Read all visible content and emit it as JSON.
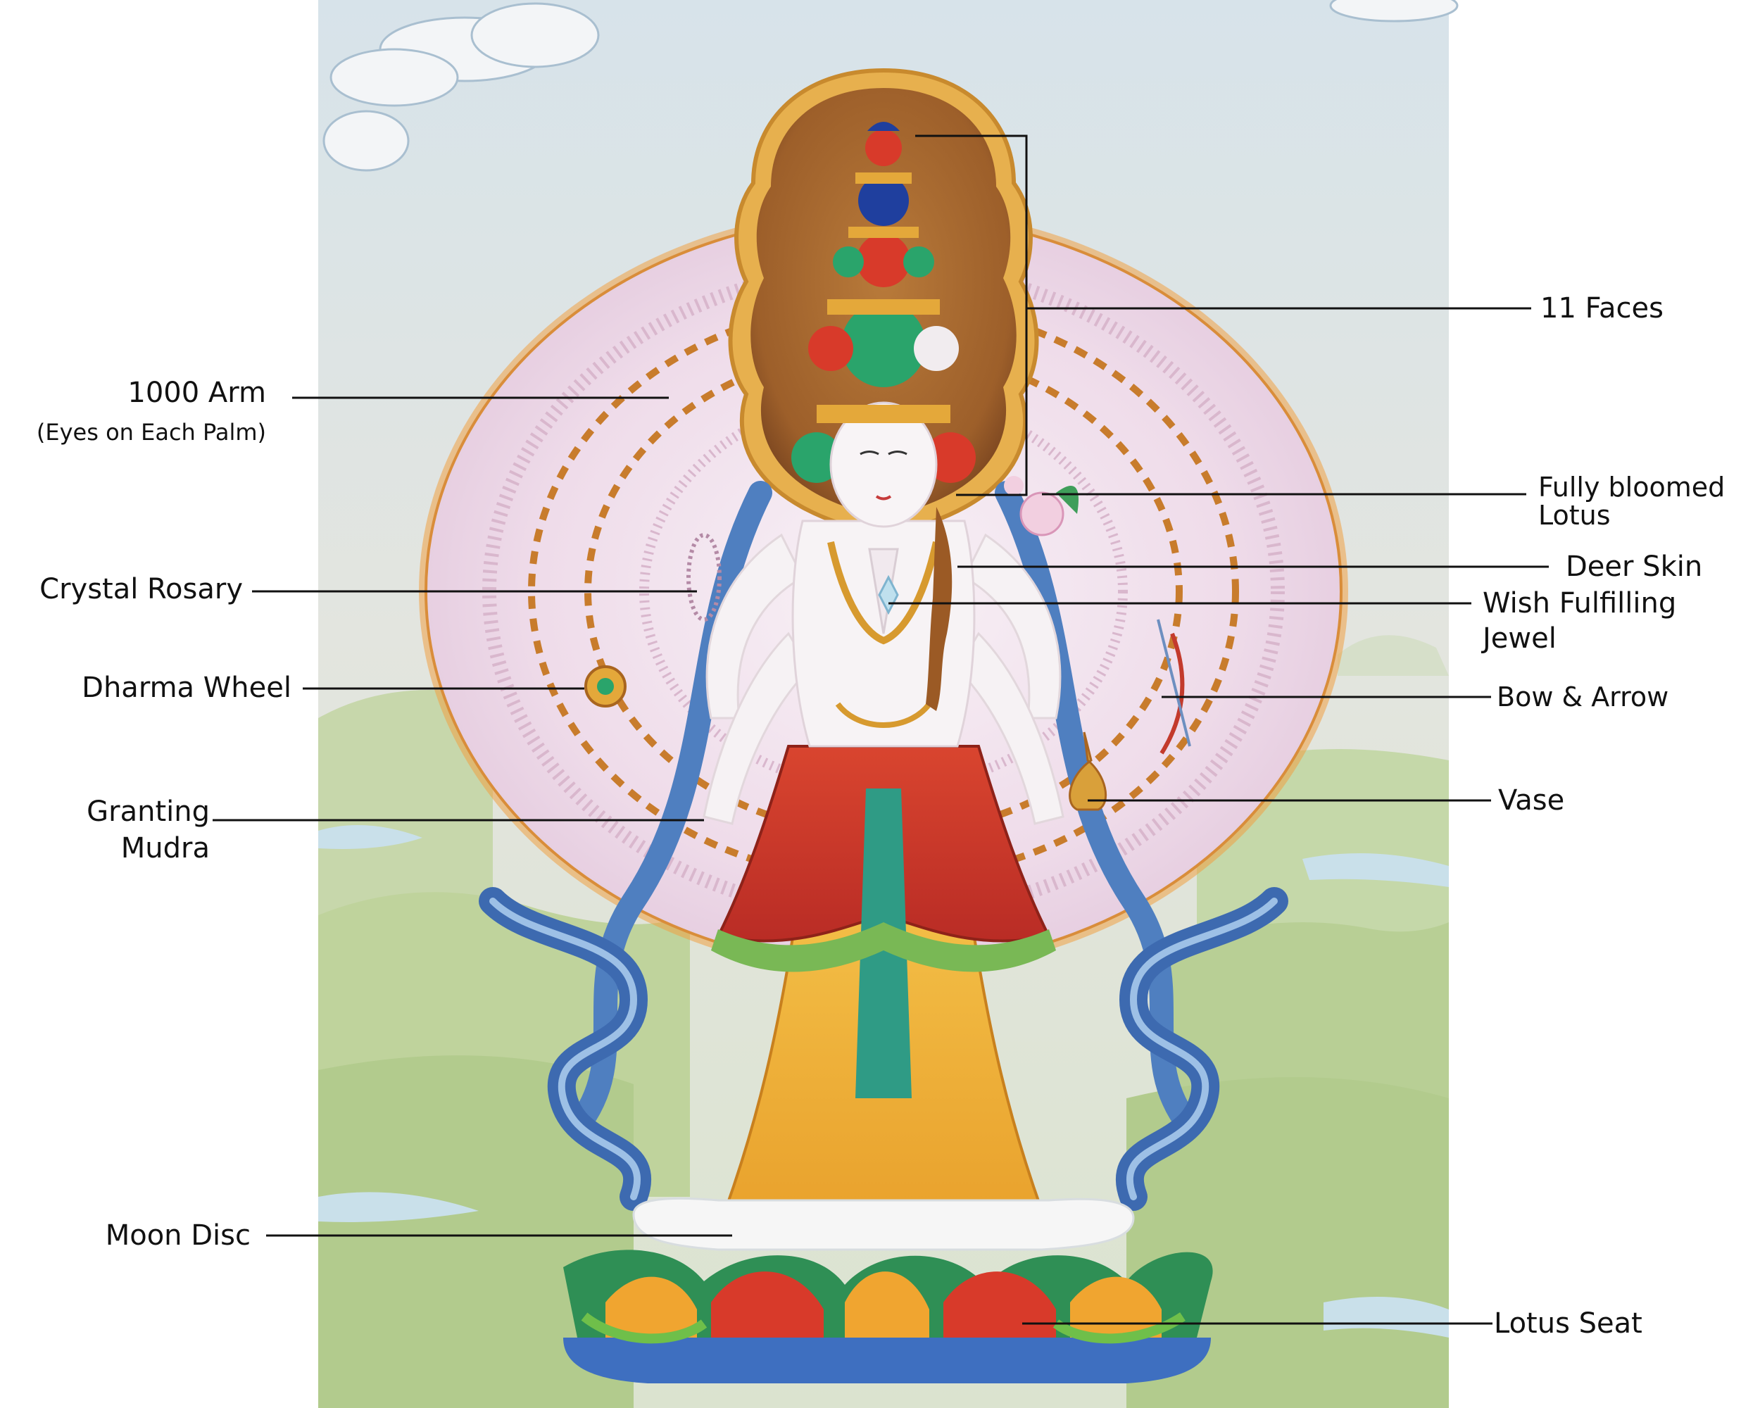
{
  "labels": {
    "faces": "11 Faces",
    "arms": "1000 Arm",
    "arms_note": "(Eyes on Each Palm)",
    "lotus_flower_line1": "Fully bloomed",
    "lotus_flower_line2": "Lotus",
    "rosary": "Crystal Rosary",
    "deer_skin": "Deer Skin",
    "jewel_line1": "Wish Fulfilling",
    "jewel_line2": "Jewel",
    "wheel": "Dharma Wheel",
    "bow": "Bow & Arrow",
    "mudra_line1": "Granting",
    "mudra_line2": "Mudra",
    "vase": "Vase",
    "moon_disc": "Moon Disc",
    "lotus_seat": "Lotus Seat"
  },
  "colors": {
    "sky": "#dfe6e6",
    "hill_green": "#b9cf98",
    "water": "#c9e0ea",
    "halo_pink": "#ecd6e6",
    "aura_gold": "#c98a2c",
    "aura_brown": "#9b5a25",
    "skin_white": "#f6f2f4",
    "face_green": "#2aa46b",
    "face_red": "#d83a2a",
    "face_blue": "#1f3f9e",
    "robe_red": "#cf3a2e",
    "robe_yellow": "#f0b53a",
    "scarf_blue": "#4f7fc0",
    "leader": "#111111"
  }
}
